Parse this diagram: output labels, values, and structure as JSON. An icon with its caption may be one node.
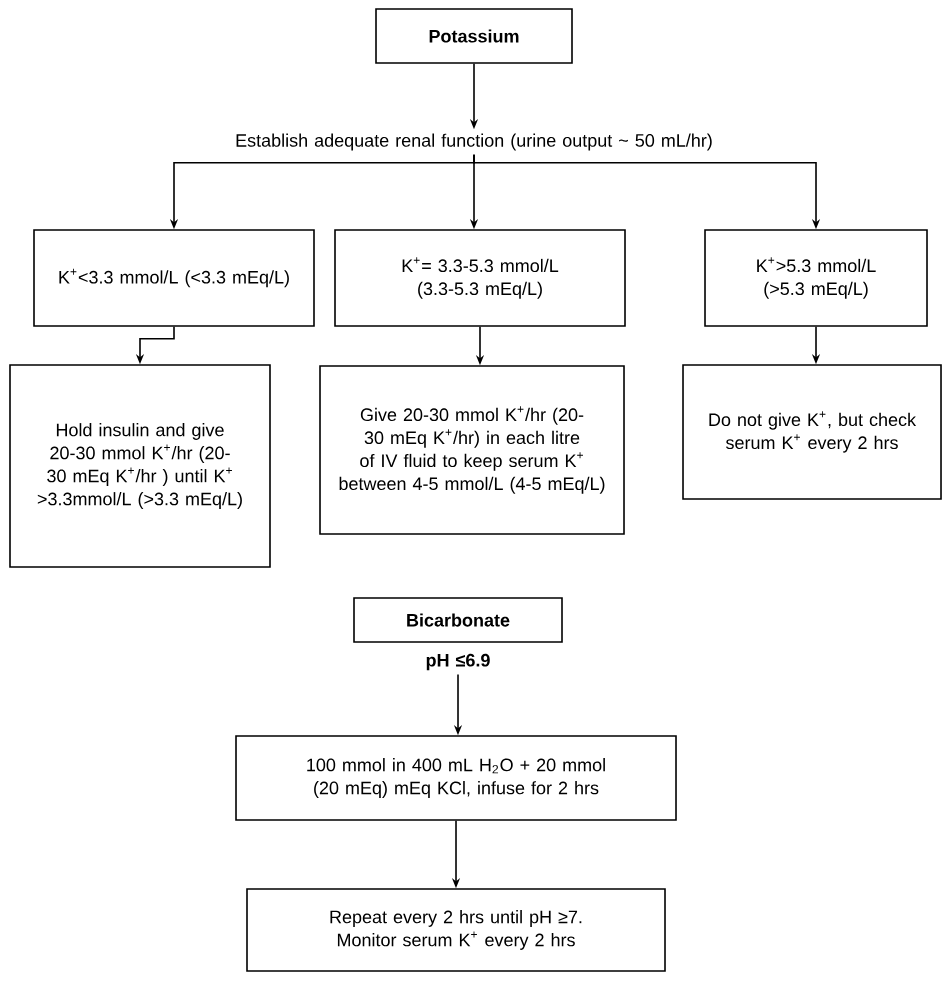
{
  "diagram": {
    "nodes": [
      {
        "text": [
          "Potassium"
        ]
      },
      {
        "text": [
          "Establish adequate renal function (urine output ~ 50 mL/hr)"
        ]
      },
      {
        "text": [
          "K$^{+}$<3.3 mmol/L (<3.3 mEq/L)"
        ]
      },
      {
        "text": [
          "K$^{+}$= 3.3-5.3 mmol/L (3.3-5.3 mEq/L)"
        ]
      },
      {
        "text": [
          "K$^{+}$>5.3 mmol/L (>5.3 mEq/L)"
        ]
      },
      {
        "text": [
          "Hold insulin and give 20-30 mmol K$^{+}$/hr (20-30 mEq K$^{+}$/hr ) until K$^{+}$ >3.3mmol/L (>3.3 mEq/L)"
        ]
      },
      {
        "text": [
          "Give 20-30 mmol K$^{+}$/hr (20-30 mEq K$^{+}$/hr) in each litre of IV fluid to keep serum K$^{+}$ between 4-5 mmol/L (4-5 mEq/L)"
        ]
      },
      {
        "text": [
          "Do not give K$^{+}$, but check serum K$^{+}$ every 2 hrs"
        ]
      },
      {
        "text": [
          "Bicarbonate"
        ]
      },
      {
        "text": [
          "pH ≤6.9"
        ]
      },
      {
        "text": [
          "100 mmol in 400 mL H$_{2}$O + 20 mmol (20 mEq) mEq KCl, infuse for 2 hrs"
        ]
      },
      {
        "text": [
          "Repeat every 2 hrs until pH ≥7. Monitor serum K$^{+}$ every 2 hrs"
        ]
      }
    ],
    "edges": [
      {
        "from": 0,
        "to": 1,
        "arrow": "to"
      },
      {
        "from": 1,
        "to": 2,
        "arrow": "to"
      },
      {
        "from": 1,
        "to": 3,
        "arrow": "to"
      },
      {
        "from": 1,
        "to": 4,
        "arrow": "to"
      },
      {
        "from": 2,
        "to": 5,
        "arrow": "to"
      },
      {
        "from": 3,
        "to": 6,
        "arrow": "to"
      },
      {
        "from": 4,
        "to": 7,
        "arrow": "to"
      },
      {
        "from": 9,
        "to": 10,
        "arrow": "to"
      },
      {
        "from": 10,
        "to": 11,
        "arrow": "to"
      }
    ]
  }
}
